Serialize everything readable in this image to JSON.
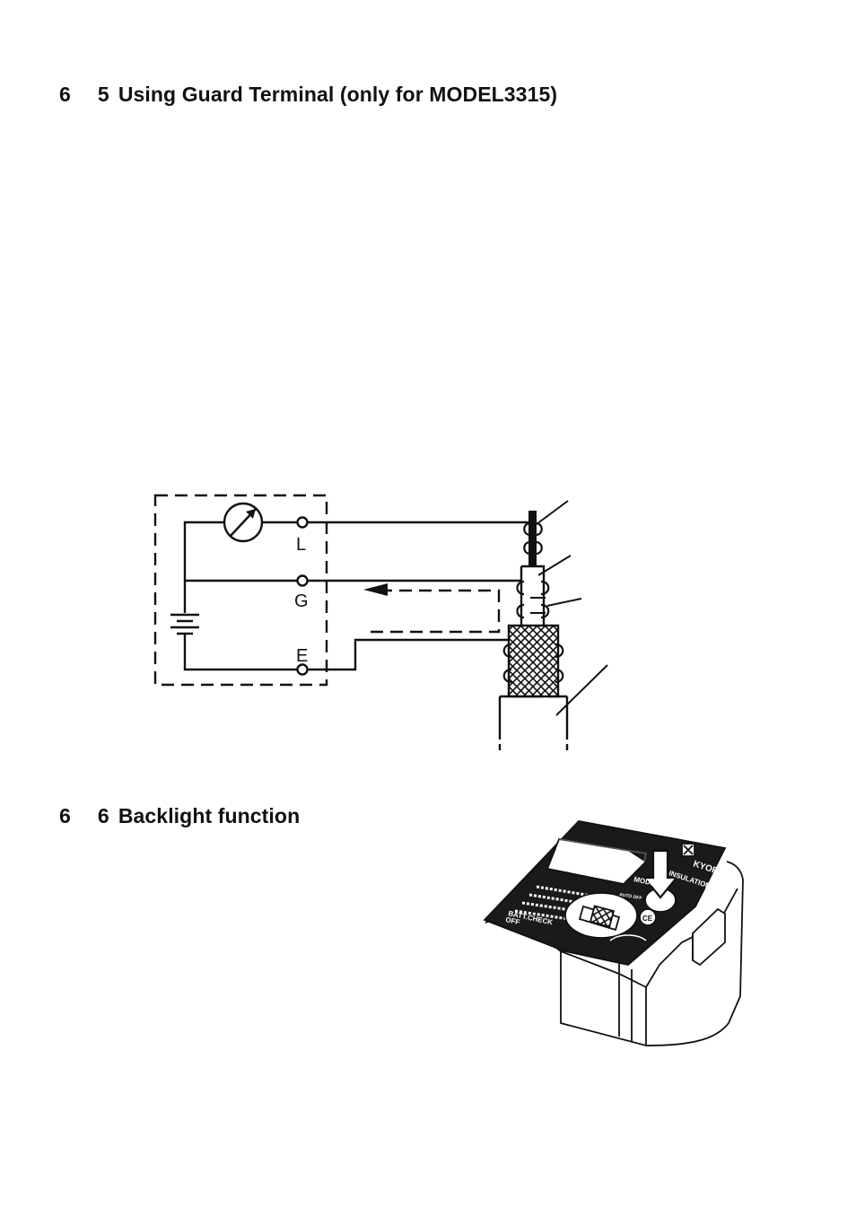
{
  "sections": [
    {
      "number": "6",
      "sub": "5",
      "title": "Using Guard Terminal (only for MODEL3315)"
    },
    {
      "number": "6",
      "sub": "6",
      "title": "Backlight function"
    }
  ],
  "diagram": {
    "terminals": [
      "L",
      "G",
      "E"
    ]
  },
  "device": {
    "brand": "KYORITSU",
    "line1": "INSULATION",
    "line2": "MODEL",
    "batt_check": "BATT.CHECK",
    "off": "OFF",
    "auto_off": "AUTO OFF",
    "ce": "CE"
  }
}
